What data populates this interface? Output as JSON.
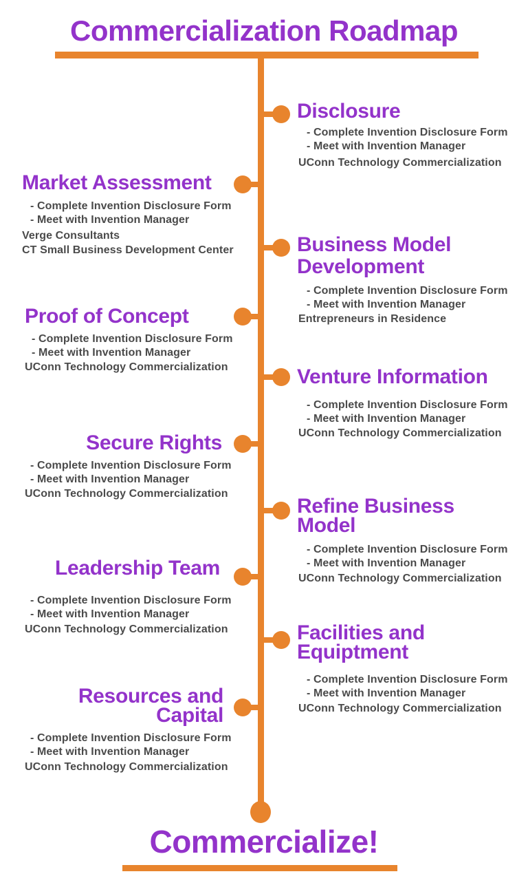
{
  "title": "Commercialization Roadmap",
  "footer": "Commercialize!",
  "colors": {
    "orange": "#e8842d",
    "purple": "#9333ca",
    "body_text": "#4a4a4a"
  },
  "bullets_shared": {
    "b0": "- Complete Invention Disclosure Form",
    "b1": "- Meet with Invention Manager"
  },
  "sections": [
    {
      "title": "Disclosure",
      "side": "right",
      "bullets": [
        "- Complete Invention Disclosure Form",
        "- Meet with Invention Manager"
      ],
      "orgs": [
        "UConn Technology Commercialization"
      ]
    },
    {
      "title": "Market Assessment",
      "side": "left",
      "bullets": [
        "- Complete Invention Disclosure Form",
        "- Meet with Invention Manager"
      ],
      "orgs": [
        "Verge Consultants",
        "CT Small Business Development Center"
      ]
    },
    {
      "title": "Business Model Development",
      "side": "right",
      "bullets": [
        "- Complete Invention Disclosure Form",
        "- Meet with Invention Manager"
      ],
      "orgs": [
        "Entrepreneurs in Residence"
      ]
    },
    {
      "title": "Proof of Concept",
      "side": "left",
      "bullets": [
        "- Complete Invention Disclosure Form",
        "- Meet with Invention Manager"
      ],
      "orgs": [
        "UConn Technology Commercialization"
      ]
    },
    {
      "title": "Venture Information",
      "side": "right",
      "bullets": [
        "- Complete Invention Disclosure Form",
        "- Meet with Invention Manager"
      ],
      "orgs": [
        "UConn Technology Commercialization"
      ]
    },
    {
      "title": "Secure Rights",
      "side": "left",
      "bullets": [
        "- Complete Invention Disclosure Form",
        "- Meet with Invention Manager"
      ],
      "orgs": [
        "UConn Technology Commercialization"
      ]
    },
    {
      "title": "Refine Business Model",
      "side": "right",
      "bullets": [
        "- Complete Invention Disclosure Form",
        "- Meet with Invention Manager"
      ],
      "orgs": [
        "UConn Technology Commercialization"
      ]
    },
    {
      "title": "Leadership Team",
      "side": "left",
      "bullets": [
        "- Complete Invention Disclosure Form",
        "- Meet with Invention Manager"
      ],
      "orgs": [
        "UConn Technology Commercialization"
      ]
    },
    {
      "title": "Facilities and Equiptment",
      "side": "right",
      "bullets": [
        "- Complete Invention Disclosure Form",
        "- Meet with Invention Manager"
      ],
      "orgs": [
        "UConn Technology Commercialization"
      ]
    },
    {
      "title": "Resources and Capital",
      "side": "left",
      "bullets": [
        "- Complete Invention Disclosure Form",
        "- Meet with Invention Manager"
      ],
      "orgs": [
        "UConn Technology Commercialization"
      ]
    }
  ]
}
